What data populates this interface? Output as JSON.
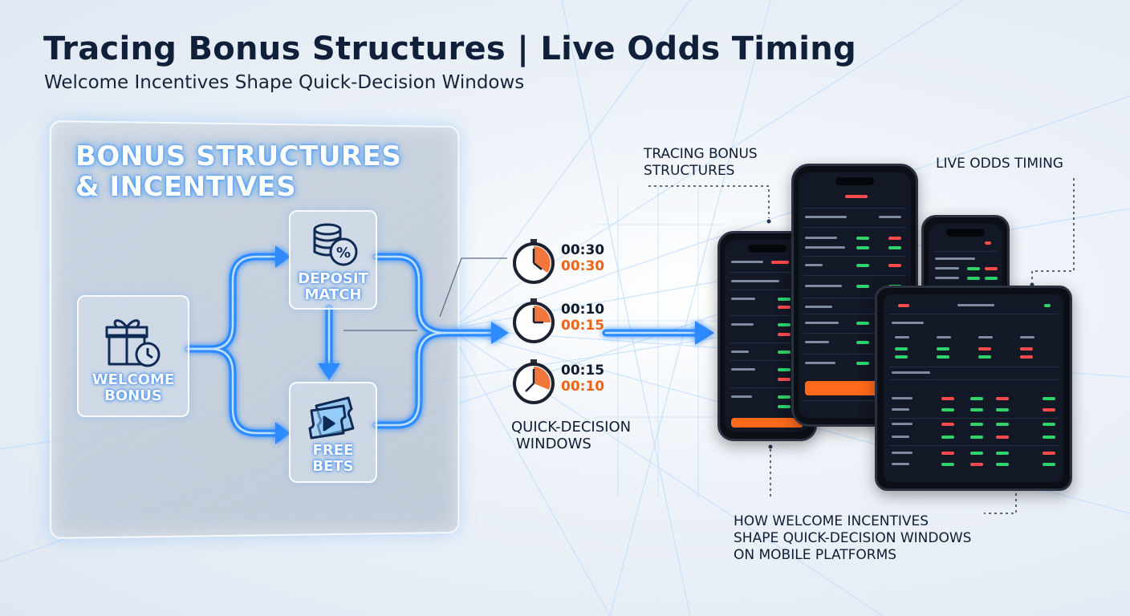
{
  "header": {
    "title": "Tracing Bonus Structures | Live Odds Timing",
    "subtitle": "Welcome Incentives Shape Quick-Decision Windows"
  },
  "panel": {
    "title_line1": "BONUS STRUCTURES",
    "title_line2": "& INCENTIVES"
  },
  "nodes": {
    "welcome": {
      "line1": "WELCOME",
      "line2": "BONUS",
      "icon": "gift-clock-icon"
    },
    "deposit": {
      "line1": "DEPOSIT",
      "line2": "MATCH",
      "icon": "coins-percent-icon"
    },
    "free": {
      "line1": "FREE",
      "line2": "BETS",
      "icon": "ticket-play-icon"
    }
  },
  "timers": [
    {
      "top": "00:30",
      "bottom": "00:30"
    },
    {
      "top": "00:10",
      "bottom": "00:15"
    },
    {
      "top": "00:15",
      "bottom": "00:10"
    }
  ],
  "timer_caption": {
    "line1": "QUICK-DECISION",
    "line2": "WINDOWS"
  },
  "callouts": {
    "tracing": {
      "line1": "TRACING BONUS",
      "line2": "STRUCTURES"
    },
    "live": "LIVE ODDS TIMING",
    "how": {
      "line1": "HOW WELCOME INCENTIVES",
      "line2": "SHAPE QUICK-DECISION WINDOWS",
      "line3": "ON MOBILE PLATFORMS"
    }
  },
  "colors": {
    "accent_blue": "#2e8bff",
    "glow_blue": "#5fb4ff",
    "timer_orange": "#f06418",
    "odds_green": "#2fd36b",
    "odds_red": "#ff4b4b",
    "device_dark": "#121826"
  }
}
